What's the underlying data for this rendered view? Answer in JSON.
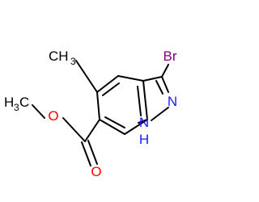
{
  "molecule": {
    "atoms": {
      "bromine": {
        "symbol": "Br",
        "color": "#800080"
      },
      "ring_nitrogen": {
        "symbol": "N",
        "color": "#1a1aff"
      },
      "nh": {
        "symbol": "N",
        "h": "H",
        "color": "#1a1aff"
      },
      "ester_oxygen": {
        "symbol": "O",
        "color": "#ff0000"
      },
      "carbonyl_oxygen": {
        "symbol": "O",
        "color": "#ff0000"
      },
      "ring_methyl": {
        "symbol": "CH",
        "count": "3",
        "color": "#000000"
      },
      "ester_methyl": {
        "symbol": "H",
        "count": "3",
        "tail": "C",
        "color": "#000000"
      }
    },
    "bond_color": "#000000"
  }
}
